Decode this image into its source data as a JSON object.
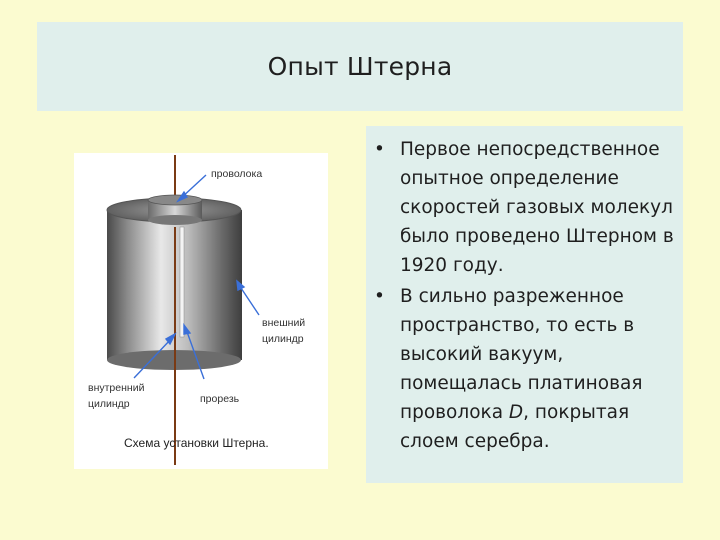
{
  "slide": {
    "title": "Опыт Штерна",
    "bullets": [
      "Первое непосредственное опытное определение скоростей газовых молекул было проведено Штерном в 1920 году.",
      " В сильно разреженное пространство, то есть в высокий вакуум, помещалась платиновая проволока D, покрытая слоем серебра."
    ],
    "bullet_symbol": "•"
  },
  "figure": {
    "labels": {
      "wire": "проволока",
      "outer_line1": "внешний",
      "outer_line2": "цилиндр",
      "inner_line1": "внутренний",
      "inner_line2": "цилиндр",
      "slit": "прорезь"
    },
    "caption": "Схема установки Штерна.",
    "colors": {
      "arrow": "#3a6fd8",
      "wire": "#7a3a14"
    }
  }
}
